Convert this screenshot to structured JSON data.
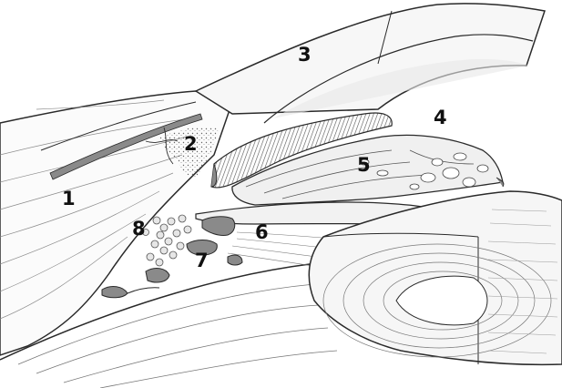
{
  "diagram": {
    "labels": {
      "l1": "1",
      "l2": "2",
      "l3": "3",
      "l4": "4",
      "l5": "5",
      "l6": "6",
      "l7": "7",
      "l8": "8"
    },
    "colors": {
      "ink": "#2a2a2a",
      "fill_light": "#f4f4f4",
      "fill_mid": "#d9d9d9",
      "fill_dark": "#8a8a8a",
      "background": "#ffffff"
    }
  }
}
